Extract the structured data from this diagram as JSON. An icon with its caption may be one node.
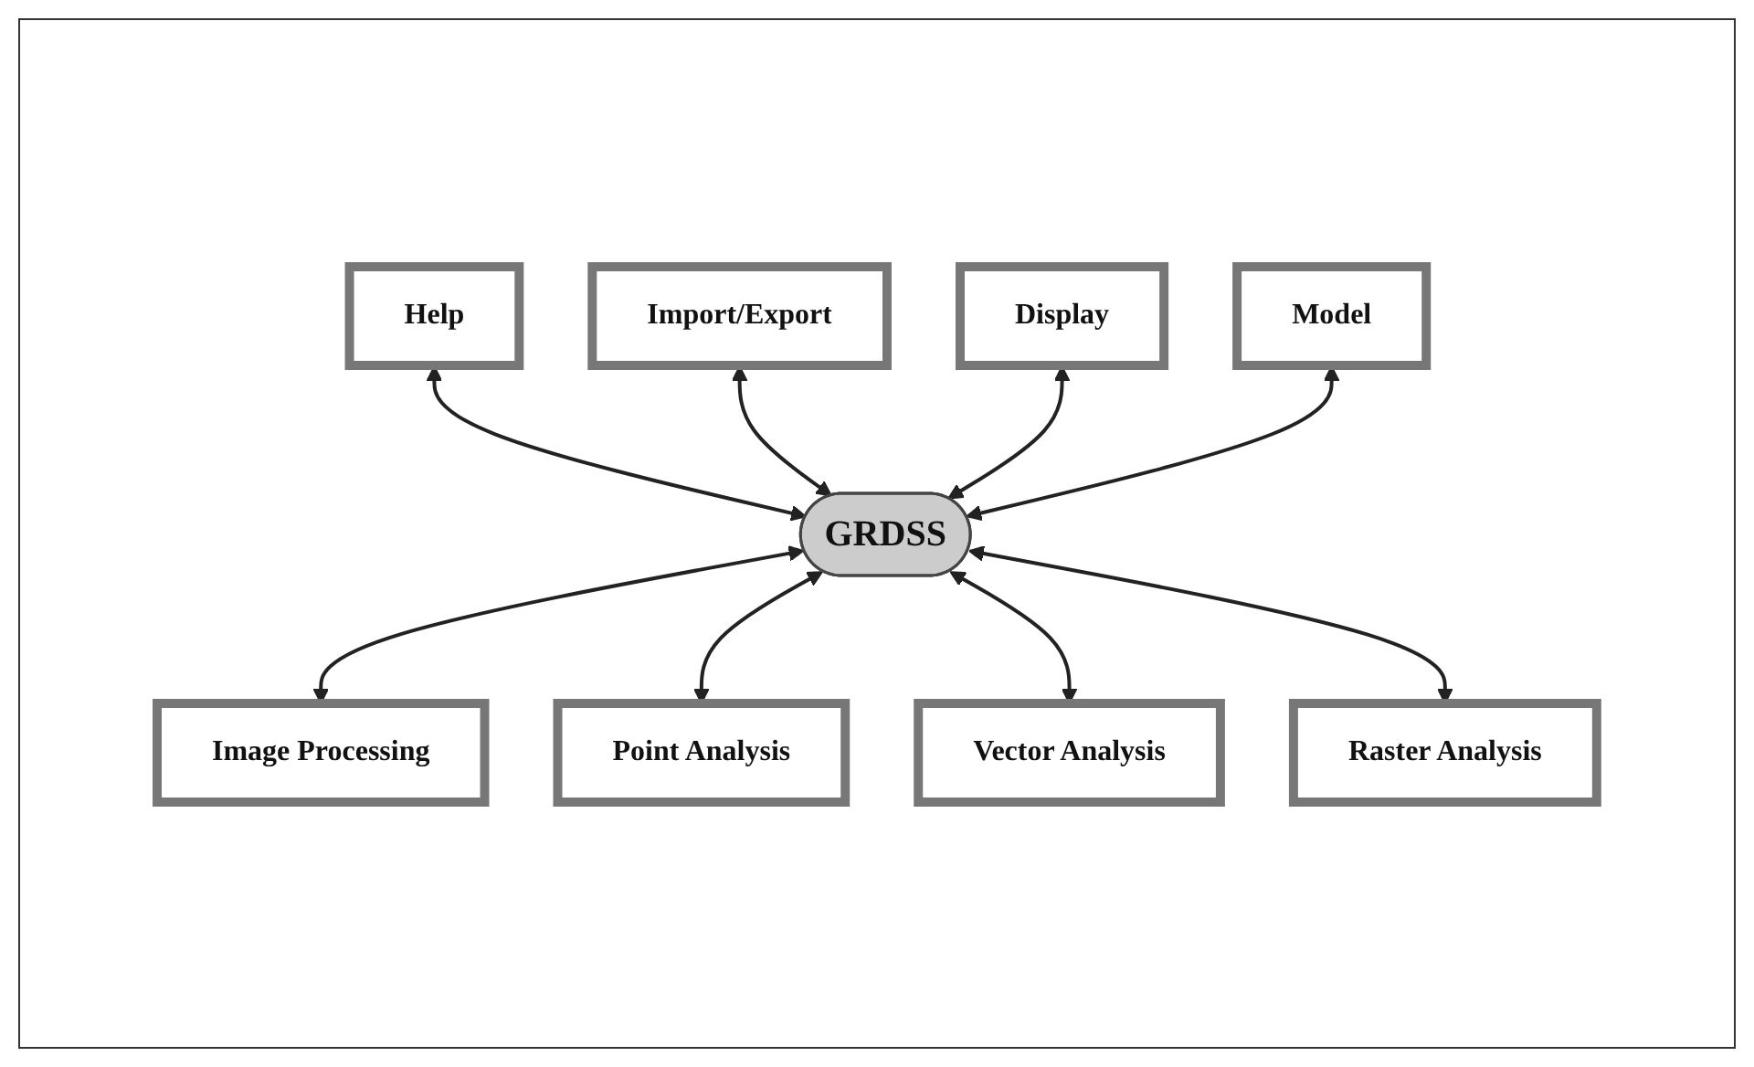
{
  "diagram": {
    "nodes": [
      {
        "text": [
          "Help"
        ]
      },
      {
        "text": [
          "Import/Export"
        ]
      },
      {
        "text": [
          "Display"
        ]
      },
      {
        "text": [
          "Model"
        ]
      },
      {
        "text": [
          "GRDSS"
        ]
      },
      {
        "text": [
          "Image Processing"
        ]
      },
      {
        "text": [
          "Point Analysis"
        ]
      },
      {
        "text": [
          "Vector Analysis"
        ]
      },
      {
        "text": [
          "Raster Analysis"
        ]
      }
    ],
    "edges": [
      {
        "from": 0,
        "to": 4,
        "arrow": "both"
      },
      {
        "from": 1,
        "to": 4,
        "arrow": "both"
      },
      {
        "from": 2,
        "to": 4,
        "arrow": "both"
      },
      {
        "from": 3,
        "to": 4,
        "arrow": "both"
      },
      {
        "from": 4,
        "to": 5,
        "arrow": "both"
      },
      {
        "from": 4,
        "to": 6,
        "arrow": "both"
      },
      {
        "from": 4,
        "to": 7,
        "arrow": "both"
      },
      {
        "from": 4,
        "to": 8,
        "arrow": "both"
      }
    ]
  }
}
